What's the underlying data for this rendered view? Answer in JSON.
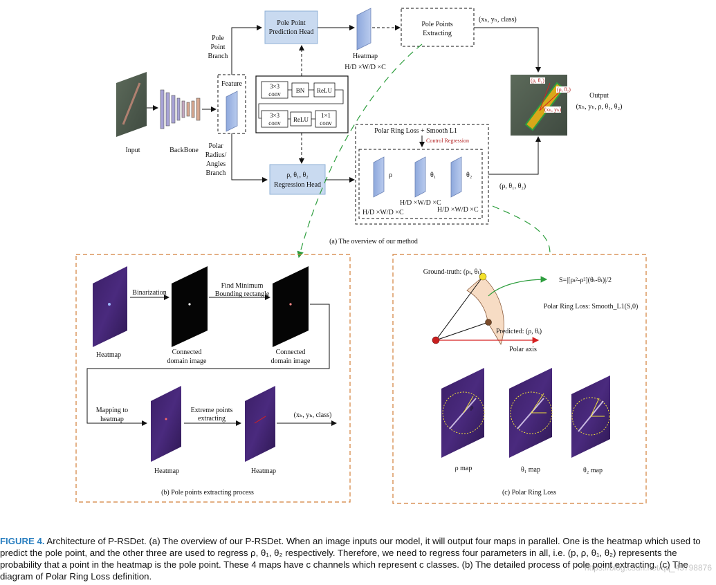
{
  "overview": {
    "input": "Input",
    "backbone": "BackBone",
    "pole_branch": [
      "Pole",
      "Point",
      "Branch"
    ],
    "feature": "Feature",
    "polar_branch": [
      "Polar",
      "Radius/",
      "Angles",
      "Branch"
    ],
    "pole_head": [
      "Pole Point",
      "Prediction Head"
    ],
    "heatmap": "Heatmap",
    "heatmap_dims": "H/D ×W/D ×C",
    "extract_box": [
      "Pole Points",
      "Extracting"
    ],
    "xy_class": "(xₕ, yₕ, class)",
    "output": "Output",
    "output_vals": "(xₕ, yₕ, ρ, θ₁, θ₂)",
    "conv3": [
      "3×3",
      "conv"
    ],
    "bn": "BN",
    "relu": "ReLU",
    "conv1": [
      "1×1",
      "conv"
    ],
    "reg_head": [
      "ρ, θ₁, θ₂",
      "Regression Head"
    ],
    "loss_title": "Polar Ring Loss + Smooth L1",
    "control_reg": "Control Regression",
    "rho": "ρ",
    "theta1": "θ₁",
    "theta2": "θ₂",
    "dims_a": "H/D ×W/D ×C",
    "dims_b": "H/D ×W/D ×C",
    "dims_c": "H/D ×W/D ×C",
    "reg_vals": "(ρ, θ₁, θ₂)",
    "out_lbl1": "(ρ, θ₁)",
    "out_lbl2": "(ρ, θ₂)",
    "out_lbl3": "(xₕ, yₕ)",
    "caption": "(a)  The overview of our method"
  },
  "process": {
    "heatmap": "Heatmap",
    "binarization": "Binarization",
    "find_min": [
      "Find Minimum",
      "Bounding rectangle"
    ],
    "connected1": [
      "Connected",
      "domain image"
    ],
    "connected2": [
      "Connected",
      "domain image"
    ],
    "mapping": [
      "Mapping to",
      "heatmap"
    ],
    "extreme": [
      "Extreme points",
      "extracting"
    ],
    "xy_class": "(xₕ, yₕ, class)",
    "heatmap2": "Heatmap",
    "heatmap3": "Heatmap",
    "caption": "(b)  Pole points extracting process"
  },
  "ringloss": {
    "ground_truth": "Ground-truth: (ρₜ, θₜ)",
    "formula": "S=|[ρₜ²-ρ²](θₜ-θₜ)|/2",
    "loss": "Polar Ring Loss: Smooth_L1(S,0)",
    "predicted": "Predicted: (ρ, θᵢ)",
    "polar_axis": "Polar axis",
    "rho_map": "ρ map",
    "theta1_map": "θ₁  map",
    "theta2_map": "θ₂  map",
    "rho_sym": "ρ",
    "caption": "(c)  Polar Ring Loss"
  },
  "figure_caption": {
    "label": "FIGURE 4.",
    "text": " Architecture of P-RSDet. (a) The overview of our P-RSDet. When an image inputs our model, it will output four maps in parallel. One is the heatmap which used to predict the pole point, and the other three are used to regress ρ, θ₁, θ₂ respectively. Therefore, we need to regress four parameters in all, i.e. (p, ρ, θ₁, θ₂) represents the probability that a point in the heatmap is the pole point. These 4 maps have c channels which represent c classes. (b) The detailed process of pole point extracting. (c) The diagram of Polar Ring Loss definition."
  },
  "watermark": "https://blog.csdn.net/qq_45798876",
  "colors": {
    "head_fill": "#c9daf0",
    "head_stroke": "#8fb0d6",
    "map_fill": "#9bb3e0",
    "orange": "#d27f3a",
    "green": "#2e9e3e",
    "red": "#d62020",
    "caption_label": "#2a7fc0"
  }
}
